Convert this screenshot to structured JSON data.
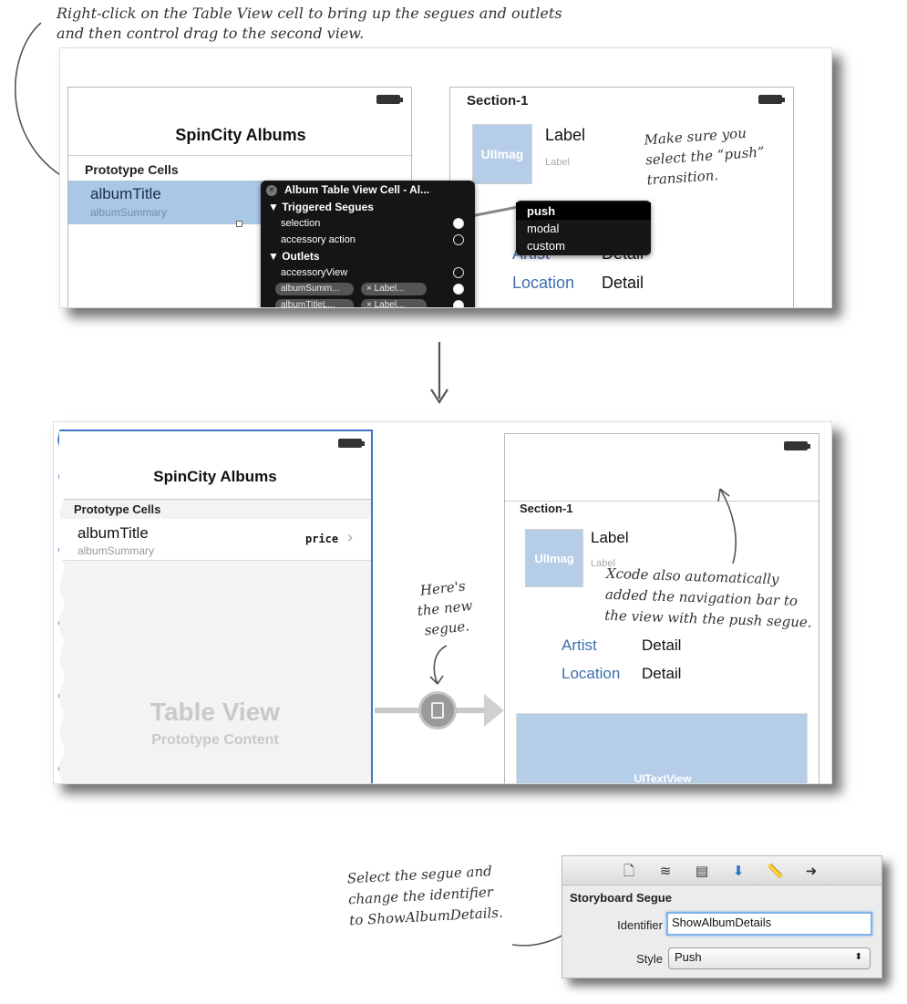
{
  "annotations": {
    "top_note_line1": "Right-click on the Table View cell to bring up the segues and outlets",
    "top_note_line2": "and then control drag to the second view.",
    "push_note_line1": "Make sure you",
    "push_note_line2": "select the “push”",
    "push_note_line3": "transition.",
    "new_segue_line1": "Here's",
    "new_segue_line2": "the new",
    "new_segue_line3": "segue.",
    "navbar_note_line1": "Xcode also automatically",
    "navbar_note_line2": "added the navigation bar to",
    "navbar_note_line3": "the view with the push segue.",
    "identifier_note_line1": "Select the segue and",
    "identifier_note_line2": "change the identifier",
    "identifier_note_line3": "to ShowAlbumDetails."
  },
  "panel1": {
    "left_view": {
      "title": "SpinCity Albums",
      "section": "Prototype Cells",
      "cell_title": "albumTitle",
      "cell_subtitle": "albumSummary"
    },
    "hud": {
      "title": "Album Table View Cell - Al...",
      "triggered_segues": "Triggered Segues",
      "selection": "selection",
      "accessory_action": "accessory action",
      "outlets": "Outlets",
      "accessory_view": "accessoryView",
      "outlet1_name": "albumSumm...",
      "outlet1_target": "Label...",
      "outlet2_name": "albumTitleL...",
      "outlet2_target": "Label..."
    },
    "segue_menu": [
      "push",
      "modal",
      "custom"
    ],
    "right_view": {
      "section": "Section-1",
      "image": "UIImag",
      "label_big": "Label",
      "label_small": "Label",
      "artist": "Artist",
      "artist_detail": "Detail",
      "location": "Location",
      "location_detail": "Detail"
    }
  },
  "panel2": {
    "left_view": {
      "title": "SpinCity Albums",
      "section": "Prototype Cells",
      "cell_title": "albumTitle",
      "cell_subtitle": "albumSummary",
      "price": "price",
      "table_view": "Table View",
      "prototype_content": "Prototype Content"
    },
    "right_view": {
      "section": "Section-1",
      "image": "UIImag",
      "label_big": "Label",
      "label_small": "Label",
      "artist": "Artist",
      "artist_detail": "Detail",
      "location": "Location",
      "location_detail": "Detail",
      "textview": "UITextView"
    }
  },
  "inspector": {
    "title": "Storyboard Segue",
    "identifier_label": "Identifier",
    "identifier_value": "ShowAlbumDetails",
    "style_label": "Style",
    "style_value": "Push"
  },
  "colors": {
    "cell_selected": "#a9c8e6",
    "selection_border": "#3d76c4",
    "hud_background": "#151515",
    "link_blue": "#3d6fb0"
  }
}
